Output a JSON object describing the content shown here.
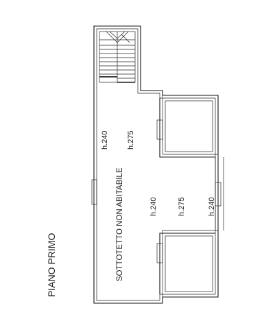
{
  "drawing": {
    "floor_title": "PIANO PRIMO",
    "room_label": "SOTTOTETTO NON ABITABILE",
    "heights": {
      "upper_left": "h.240",
      "upper_right": "h.275",
      "lower_left": "h.240",
      "lower_center": "h.275",
      "lower_right": "h.240"
    }
  },
  "colors": {
    "line": "#111111",
    "text": "#1a1a1a",
    "background": "#ffffff"
  }
}
